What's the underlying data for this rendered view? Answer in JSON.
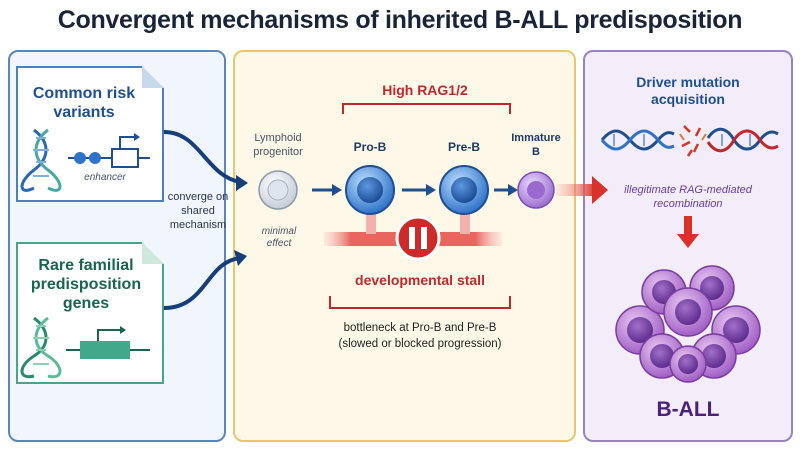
{
  "title": "Convergent mechanisms of inherited B-ALL predisposition",
  "left": {
    "common_title": "Common risk variants",
    "enhancer_label": "enhancer",
    "converge_label": "converge on shared mechanism",
    "rare_title": "Rare familial predisposition genes"
  },
  "middle": {
    "rag_label": "High RAG1/2",
    "stages": [
      "Lymphoid progenitor",
      "Pro-B",
      "Pre-B",
      "Immature B"
    ],
    "minimal_effect": "minimal effect",
    "stall_label": "developmental stall",
    "bottleneck_line1": "bottleneck at Pro-B and Pre-B",
    "bottleneck_line2": "(slowed or blocked progression)"
  },
  "right": {
    "driver_title": "Driver mutation acquisition",
    "recombination_label": "illegitimate RAG-mediated recombination",
    "outcome_label": "B-ALL"
  },
  "colors": {
    "blue": "#1f4f8e",
    "green": "#17664f",
    "red": "#c0282d",
    "purple": "#7b4bb2"
  }
}
